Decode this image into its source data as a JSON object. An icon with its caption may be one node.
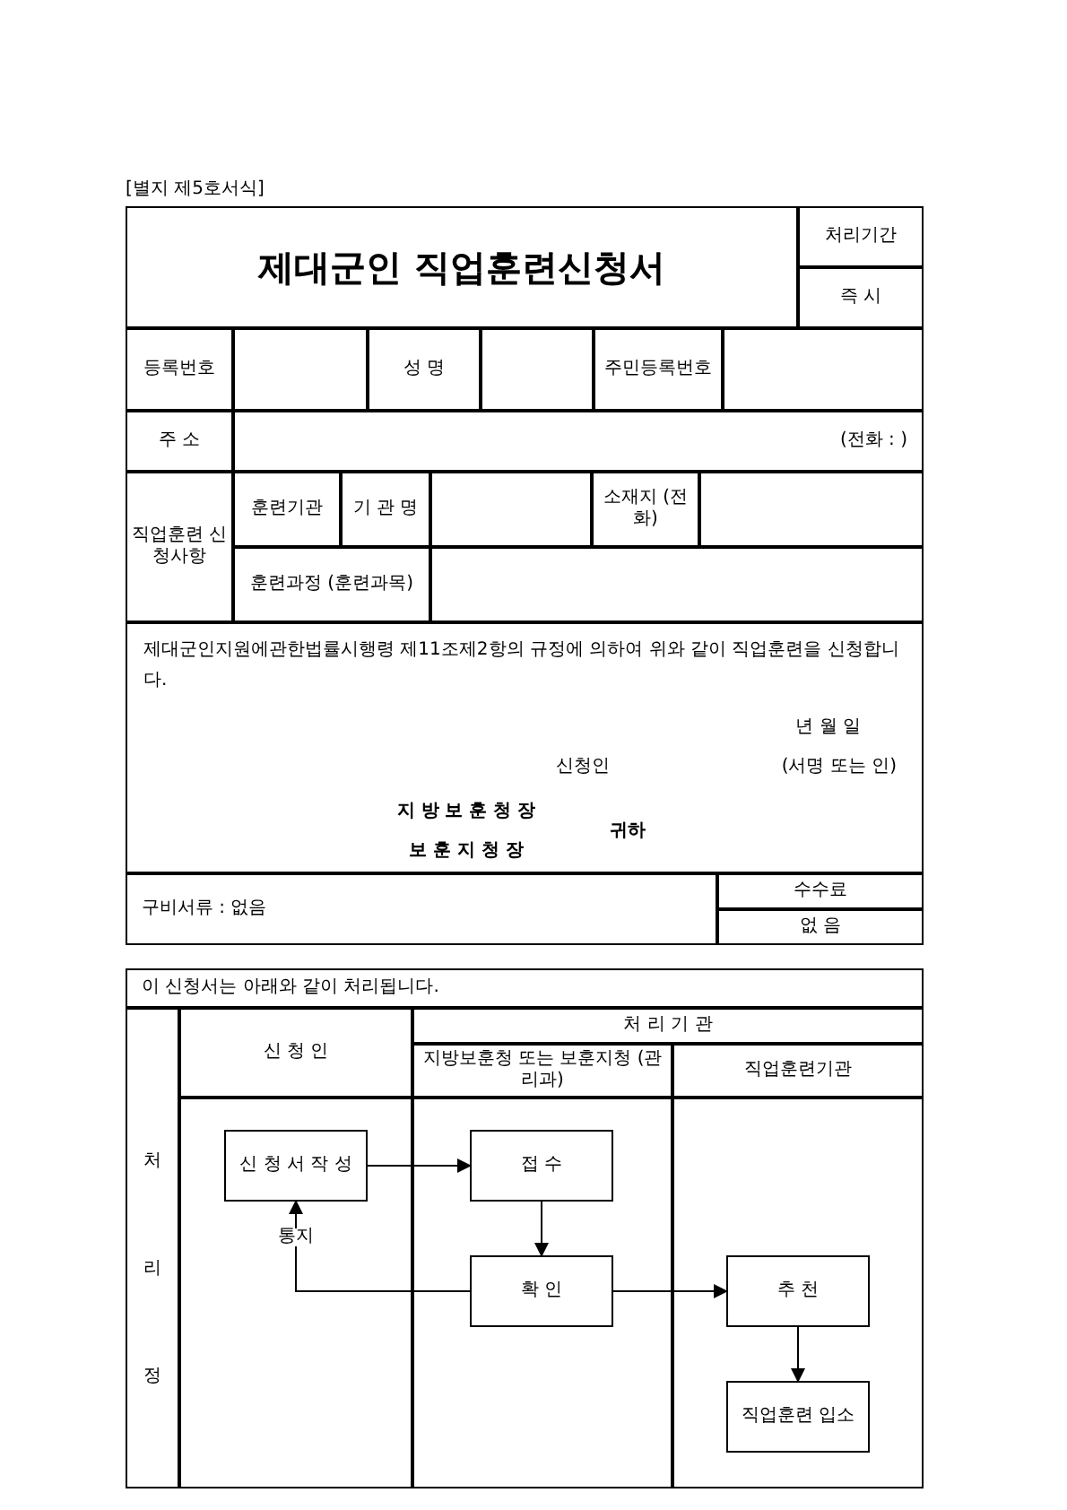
{
  "diagram": {
    "title": "제대군인 직업훈련신청서",
    "nodes": [
      {
        "text": [
          "신 청 서 작 성"
        ]
      },
      {
        "text": [
          "접 수"
        ]
      },
      {
        "text": [
          "확 인"
        ]
      },
      {
        "text": [
          "추 천"
        ]
      },
      {
        "text": [
          "직업훈련 입소"
        ]
      }
    ],
    "edges": [
      {
        "from": 0,
        "to": 1,
        "arrow": "to"
      },
      {
        "from": 1,
        "to": 2,
        "arrow": "to"
      },
      {
        "from": 2,
        "to": 3,
        "arrow": "to"
      },
      {
        "from": 3,
        "to": 4,
        "arrow": "to"
      },
      {
        "from": 2,
        "to": 0,
        "arrow": "to",
        "label": "통지"
      }
    ],
    "labels": [
      "[별지 제5호서식]",
      "처리기간",
      "즉 시",
      "등록번호",
      "성 명",
      "주민등록번호",
      "주 소",
      "(전화 : )",
      "직업훈련 신청사항",
      "훈련기관",
      "기 관 명",
      "소재지 (전 화)",
      "훈련과정 (훈련과목)",
      "제대군인지원에관한법률시행령 제11조제2항의 규정에 의하여 위와 같이 직업훈련을 신청합니다.",
      "년 월 일",
      "신청인",
      "(서명 또는 인)",
      "지 방 보 훈 청 장",
      "보 훈 지 청 장",
      "귀하",
      "구비서류 : 없음",
      "수수료",
      "없 음",
      "이 신청서는 아래와 같이 처리됩니다.",
      "처",
      "리",
      "정",
      "신 청 인",
      "처 리 기 관",
      "지방보훈청 또는 보훈지청 (관리과)",
      "직업훈련기관"
    ]
  }
}
